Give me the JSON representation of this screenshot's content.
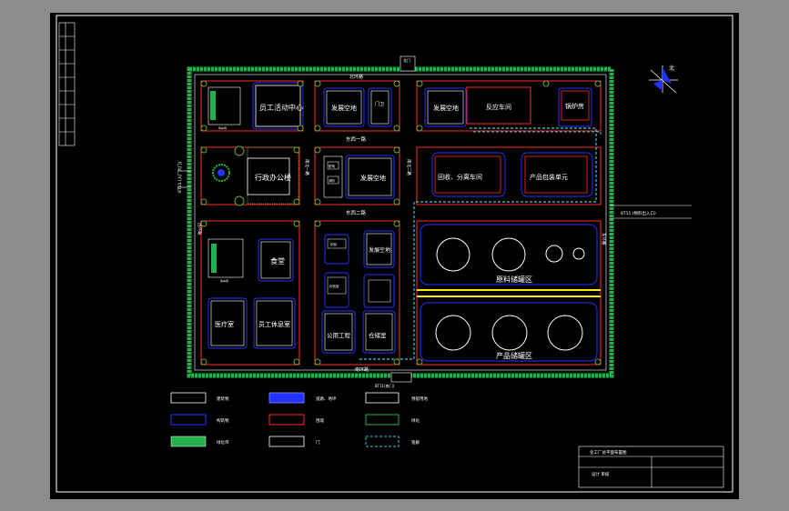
{
  "colors": {
    "window_bg": "#8c8c8c",
    "sheet_bg": "#000000",
    "frame": "#ffffff",
    "site_boundary": "#22b14c",
    "building": "#ff2a2a",
    "blue_outline": "#2233ff",
    "yellow_pipe": "#ffe800",
    "cyan_dashed": "#33ccdd",
    "tree_fill": "#66aa33"
  },
  "road_labels": {
    "north_road_top": "北环路",
    "east_road_1": "东西一路",
    "east_road_2": "东西二路",
    "south_road": "南环路",
    "west_road": "西环路",
    "north_south_1": "南北一路",
    "north_south_2": "南北二路",
    "east_ring": "东环路"
  },
  "gate_labels": {
    "north_gate": "北门",
    "west_gate": "8T11 (入厂大门)",
    "east_gate": "8T11 (物料出入口)",
    "south_gate": "8T11(南门)"
  },
  "areas": {
    "staff_center": "员工活动中心",
    "free_land_1": "发展空地",
    "gate_house": "门卫",
    "free_land_2": "发展空地",
    "reaction_workshop": "反应车间",
    "boiler": "锅炉房",
    "admin_office": "行政办公楼",
    "free_land_3": "发展空地",
    "recycle_workshop": "回收、分离车间",
    "product_packing": "产品包装单元",
    "canteen": "食堂",
    "free_land_4": "发展空地",
    "material_tank": "原料储罐区",
    "medical": "医疗室",
    "staff_dorm": "员工休息室",
    "utility": "公用工程",
    "warehouse": "仓储室",
    "product_tank": "产品储罐区",
    "parking_1": "停车场",
    "parking_2": "停车场",
    "small_a": "配电",
    "small_b": "消防",
    "small_c": "化验",
    "small_d": "化验室"
  },
  "legend": [
    {
      "label": "建筑物",
      "style": "white"
    },
    {
      "label": "道路、地坪",
      "style": "blue-hatch"
    },
    {
      "label": "预留用地",
      "style": "white"
    },
    {
      "label": "构筑物",
      "style": "blue"
    },
    {
      "label": "围墙",
      "style": "red"
    },
    {
      "label": "绿化",
      "style": "green"
    },
    {
      "label": "绿化带",
      "style": "green-hatch"
    },
    {
      "label": "门",
      "style": "white"
    },
    {
      "label": "管廊",
      "style": "cyan-dashed"
    }
  ],
  "title_block": {
    "row1": "化工厂总平面布置图",
    "row2": "设计 审核"
  },
  "compass": {
    "label": "北"
  }
}
